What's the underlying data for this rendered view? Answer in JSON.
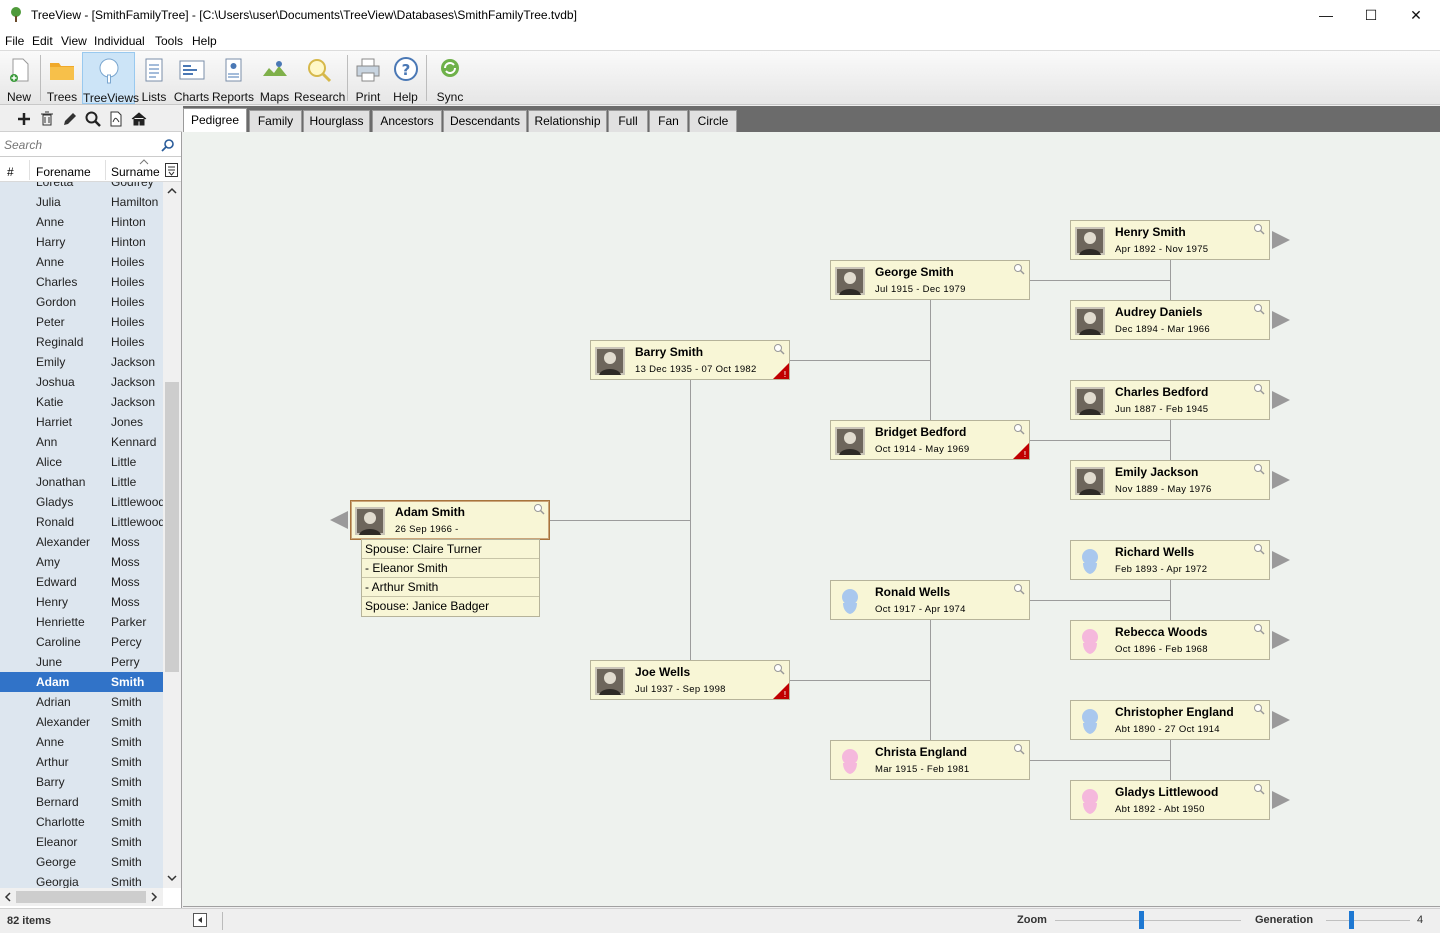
{
  "window": {
    "title": "TreeView - [SmithFamilyTree] - [C:\\Users\\user\\Documents\\TreeView\\Databases\\SmithFamilyTree.tvdb]",
    "minimize": "—",
    "maximize": "☐",
    "close": "✕"
  },
  "menu": [
    "File",
    "Edit",
    "View",
    "Individual",
    "Tools",
    "Help"
  ],
  "toolbar": {
    "new": "New",
    "trees": "Trees",
    "treeviews": "TreeViews",
    "lists": "Lists",
    "charts": "Charts",
    "reports": "Reports",
    "maps": "Maps",
    "research": "Research",
    "print": "Print",
    "help": "Help",
    "sync": "Sync"
  },
  "search": {
    "placeholder": "Search"
  },
  "list": {
    "col_num": "#",
    "col_forename": "Forename",
    "col_surname": "Surname",
    "rows": [
      {
        "f": "Loretta",
        "s": "Godfrey"
      },
      {
        "f": "Julia",
        "s": "Hamilton"
      },
      {
        "f": "Anne",
        "s": "Hinton"
      },
      {
        "f": "Harry",
        "s": "Hinton"
      },
      {
        "f": "Anne",
        "s": "Hoiles"
      },
      {
        "f": "Charles",
        "s": "Hoiles"
      },
      {
        "f": "Gordon",
        "s": "Hoiles"
      },
      {
        "f": "Peter",
        "s": "Hoiles"
      },
      {
        "f": "Reginald",
        "s": "Hoiles"
      },
      {
        "f": "Emily",
        "s": "Jackson"
      },
      {
        "f": "Joshua",
        "s": "Jackson"
      },
      {
        "f": "Katie",
        "s": "Jackson"
      },
      {
        "f": "Harriet",
        "s": "Jones"
      },
      {
        "f": "Ann",
        "s": "Kennard"
      },
      {
        "f": "Alice",
        "s": "Little"
      },
      {
        "f": "Jonathan",
        "s": "Little"
      },
      {
        "f": "Gladys",
        "s": "Littlewood"
      },
      {
        "f": "Ronald",
        "s": "Littlewood"
      },
      {
        "f": "Alexander",
        "s": "Moss"
      },
      {
        "f": "Amy",
        "s": "Moss"
      },
      {
        "f": "Edward",
        "s": "Moss"
      },
      {
        "f": "Henry",
        "s": "Moss"
      },
      {
        "f": "Henriette",
        "s": "Parker"
      },
      {
        "f": "Caroline",
        "s": "Percy"
      },
      {
        "f": "June",
        "s": "Perry"
      },
      {
        "f": "Adam",
        "s": "Smith",
        "selected": true
      },
      {
        "f": "Adrian",
        "s": "Smith"
      },
      {
        "f": "Alexander",
        "s": "Smith"
      },
      {
        "f": "Anne",
        "s": "Smith"
      },
      {
        "f": "Arthur",
        "s": "Smith"
      },
      {
        "f": "Barry",
        "s": "Smith"
      },
      {
        "f": "Bernard",
        "s": "Smith"
      },
      {
        "f": "Charlotte",
        "s": "Smith"
      },
      {
        "f": "Eleanor",
        "s": "Smith"
      },
      {
        "f": "George",
        "s": "Smith"
      },
      {
        "f": "Georgia",
        "s": "Smith"
      }
    ]
  },
  "tabs": [
    "Pedigree",
    "Family",
    "Hourglass",
    "Ancestors",
    "Descendants",
    "Relationship",
    "Full",
    "Fan",
    "Circle"
  ],
  "people": {
    "adam": {
      "name": "Adam Smith",
      "dates": "26 Sep 1966 -",
      "photo": "photo"
    },
    "barry": {
      "name": "Barry Smith",
      "dates": "13 Dec 1935 - 07 Oct 1982",
      "photo": "photo"
    },
    "joe": {
      "name": "Joe Wells",
      "dates": "Jul 1937 - Sep 1998",
      "photo": "photo"
    },
    "george": {
      "name": "George Smith",
      "dates": "Jul 1915 - Dec 1979",
      "photo": "photo"
    },
    "bridget": {
      "name": "Bridget Bedford",
      "dates": "Oct 1914 - May 1969",
      "photo": "photo"
    },
    "ronald": {
      "name": "Ronald Wells",
      "dates": "Oct 1917 - Apr 1974",
      "photo": "male"
    },
    "christa": {
      "name": "Christa England",
      "dates": "Mar 1915 - Feb 1981",
      "photo": "female"
    },
    "henry": {
      "name": "Henry Smith",
      "dates": "Apr 1892 - Nov 1975",
      "photo": "photo"
    },
    "audrey": {
      "name": "Audrey Daniels",
      "dates": "Dec 1894 - Mar 1966",
      "photo": "photo"
    },
    "charles": {
      "name": "Charles Bedford",
      "dates": "Jun 1887 - Feb 1945",
      "photo": "photo"
    },
    "emily": {
      "name": "Emily Jackson",
      "dates": "Nov 1889 - May 1976",
      "photo": "photo"
    },
    "richard": {
      "name": "Richard Wells",
      "dates": "Feb 1893 - Apr 1972",
      "photo": "male"
    },
    "rebecca": {
      "name": "Rebecca Woods",
      "dates": "Oct 1896 - Feb 1968",
      "photo": "female"
    },
    "christopher": {
      "name": "Christopher England",
      "dates": "Abt 1890 - 27 Oct 1914",
      "photo": "male"
    },
    "gladys": {
      "name": "Gladys Littlewood",
      "dates": "Abt 1892 - Abt 1950",
      "photo": "female"
    }
  },
  "spouses": [
    "Spouse: Claire Turner",
    " - Eleanor Smith",
    " - Arthur Smith",
    "Spouse: Janice Badger"
  ],
  "status": {
    "items": "82 items",
    "zoom": "Zoom",
    "generation": "Generation",
    "generation_value": "4",
    "zoom_level": 0.46,
    "generation_level": 0.3
  },
  "colors": {
    "selection": "#3173c8",
    "box_bg": "#f8f6d6",
    "canvas_bg": "#eef2ee",
    "male_icon": "#a9c8ee",
    "female_icon": "#f5b8dc",
    "warning": "#c00000"
  }
}
